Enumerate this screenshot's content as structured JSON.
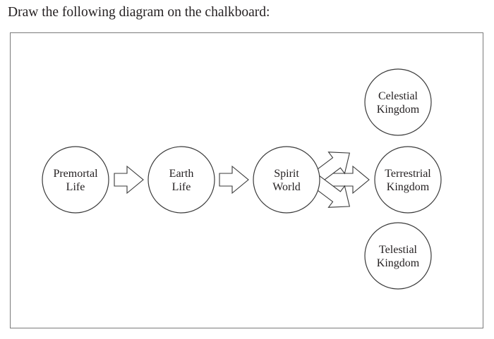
{
  "instruction": "Draw the following diagram on the chalkboard:",
  "diagram": {
    "nodes": [
      {
        "id": "premortal-life",
        "lines": [
          "Premortal",
          "Life"
        ]
      },
      {
        "id": "earth-life",
        "lines": [
          "Earth",
          "Life"
        ]
      },
      {
        "id": "spirit-world",
        "lines": [
          "Spirit",
          "World"
        ]
      },
      {
        "id": "celestial-kingdom",
        "lines": [
          "Celestial",
          "Kingdom"
        ]
      },
      {
        "id": "terrestrial-kingdom",
        "lines": [
          "Terrestrial",
          "Kingdom"
        ]
      },
      {
        "id": "telestial-kingdom",
        "lines": [
          "Telestial",
          "Kingdom"
        ]
      }
    ],
    "edges": [
      {
        "from": "premortal-life",
        "to": "earth-life"
      },
      {
        "from": "earth-life",
        "to": "spirit-world"
      },
      {
        "from": "spirit-world",
        "to": "celestial-kingdom"
      },
      {
        "from": "spirit-world",
        "to": "terrestrial-kingdom"
      },
      {
        "from": "spirit-world",
        "to": "telestial-kingdom"
      }
    ]
  }
}
